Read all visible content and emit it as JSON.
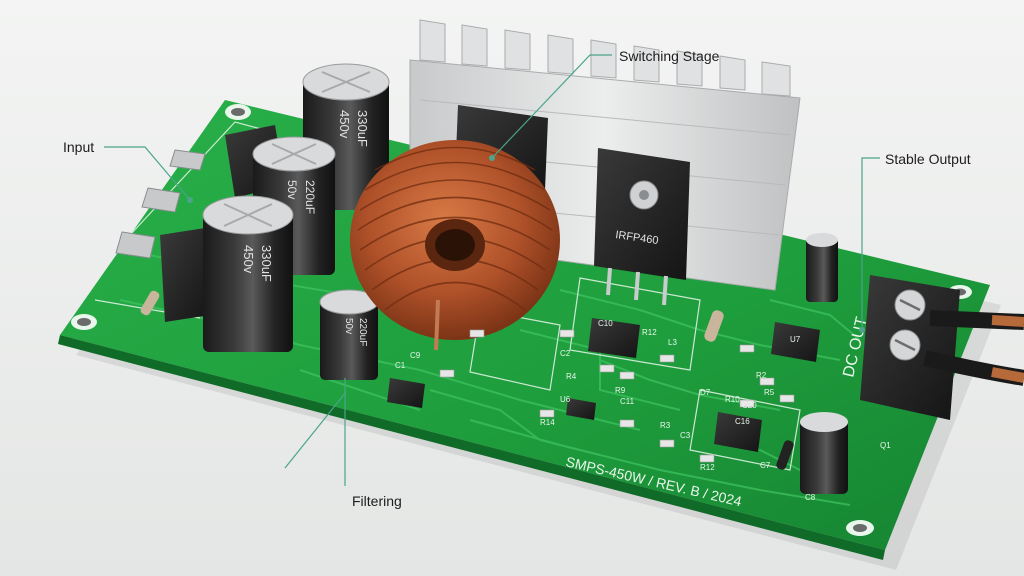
{
  "annotations": {
    "input": "Input",
    "switching": "Switching Stage",
    "output": "Stable Output",
    "filtering": "Filtering"
  },
  "board": {
    "model_marking": "SMPS-450W / REV. B / 2024",
    "output_marking": "DC OUT",
    "mosfet_marking": "IRFP460"
  },
  "capacitors": {
    "big_value": "330uF",
    "big_voltage": "450v",
    "mid_value": "220uF",
    "mid_voltage": "50v"
  },
  "refdes": [
    "C1",
    "C2",
    "C3",
    "C7",
    "C8",
    "C9",
    "C10",
    "C11",
    "C16",
    "C20",
    "R2",
    "R3",
    "R4",
    "R5",
    "R9",
    "R10",
    "R12",
    "R14",
    "L3",
    "U6",
    "U7",
    "Q1",
    "D7"
  ],
  "colors": {
    "pcb_green": "#1fa33e",
    "silkscreen": "#e9f6ec",
    "copper": "#b5552a",
    "heatsink": "#d9dbdc",
    "background": "#eeefee"
  }
}
